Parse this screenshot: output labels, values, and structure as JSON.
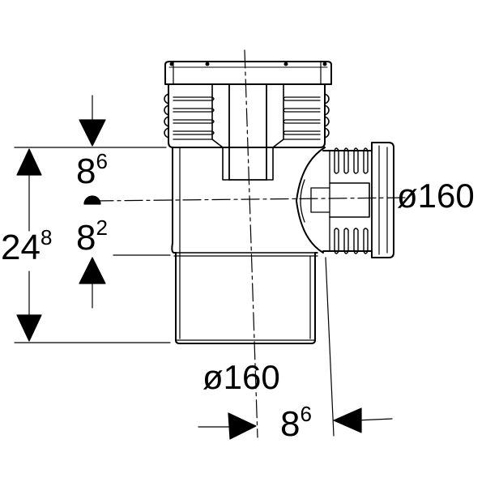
{
  "dimensions": {
    "upper_height": {
      "main": "8",
      "sup": "6"
    },
    "lower_height": {
      "main": "8",
      "sup": "2"
    },
    "total_height": {
      "main": "24",
      "sup": "8"
    },
    "side_diameter": "ø160",
    "main_diameter": "ø160",
    "branch_offset": {
      "main": "8",
      "sup": "6"
    }
  },
  "colors": {
    "line": "#000000",
    "background": "#ffffff"
  }
}
